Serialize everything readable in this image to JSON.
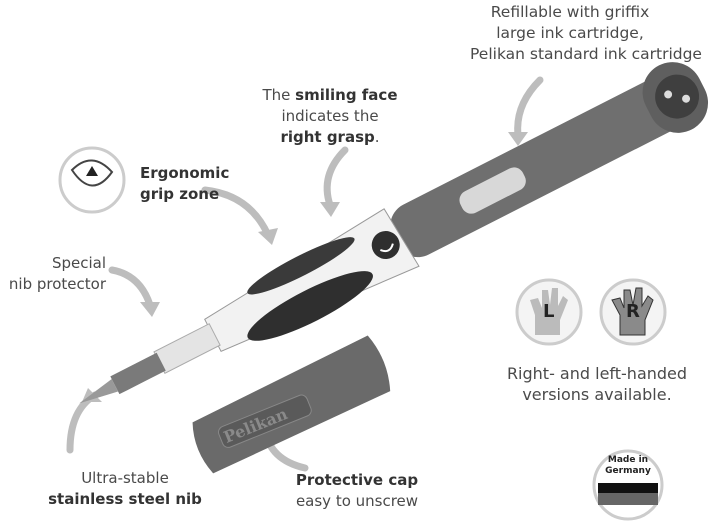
{
  "labels": {
    "refill": {
      "line1": "Refillable with griffix",
      "line2": "large ink cartridge,",
      "line3": "Pelikan standard ink cartridge"
    },
    "smile": {
      "line1_pre": "The ",
      "line1_bold": "smiling face",
      "line2": "indicates the",
      "line3_bold": "right grasp",
      "line3_post": "."
    },
    "grip": {
      "line1": "Ergonomic",
      "line2": "grip zone"
    },
    "protector": {
      "line1": "Special",
      "line2": "nib protector"
    },
    "hands": {
      "line1": "Right- and left-handed",
      "line2": "versions available.",
      "left_letter": "L",
      "right_letter": "R"
    },
    "nib": {
      "line1": "Ultra-stable",
      "line2": "stainless steel nib"
    },
    "cap": {
      "line1": "Protective cap",
      "line2": "easy to unscrew"
    }
  },
  "badge": {
    "line1": "Made in",
    "line2": "Germany"
  },
  "brand_logo": "Pelikan"
}
